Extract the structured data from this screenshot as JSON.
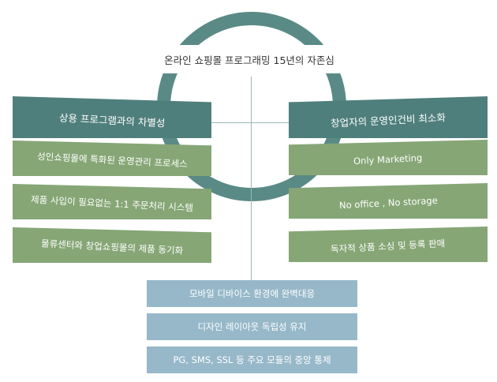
{
  "center": {
    "title": "온라인 쇼핑몰 프로그래밍 15년의 자존심"
  },
  "left": {
    "header": "상용 프로그램과의 차별성",
    "items": [
      "성인쇼핑몰에 특화된 운영관리 프로세스",
      "제품 사입이 필요없는 1:1 주문처리 시스템",
      "물류센터와 창업쇼핑몰의 제품 동기화"
    ]
  },
  "right": {
    "header": "창업자의 운영인건비 최소화",
    "items": [
      "Only Marketing",
      "No office , No storage",
      "독자적 상품 소싱 및 등록 판매"
    ]
  },
  "bottom": {
    "items": [
      "모바일 디바이스 환경에 완벽대응",
      "디자인 레이아웃 독립성 유지",
      "PG, SMS, SSL 등 주요 모듈의 중앙 통제"
    ]
  },
  "colors": {
    "header": "#4f7f7c",
    "item_green": "#86a676",
    "item_blue": "#96b8c9",
    "ring": "#5a8a86",
    "connector": "#9fb5b8"
  }
}
